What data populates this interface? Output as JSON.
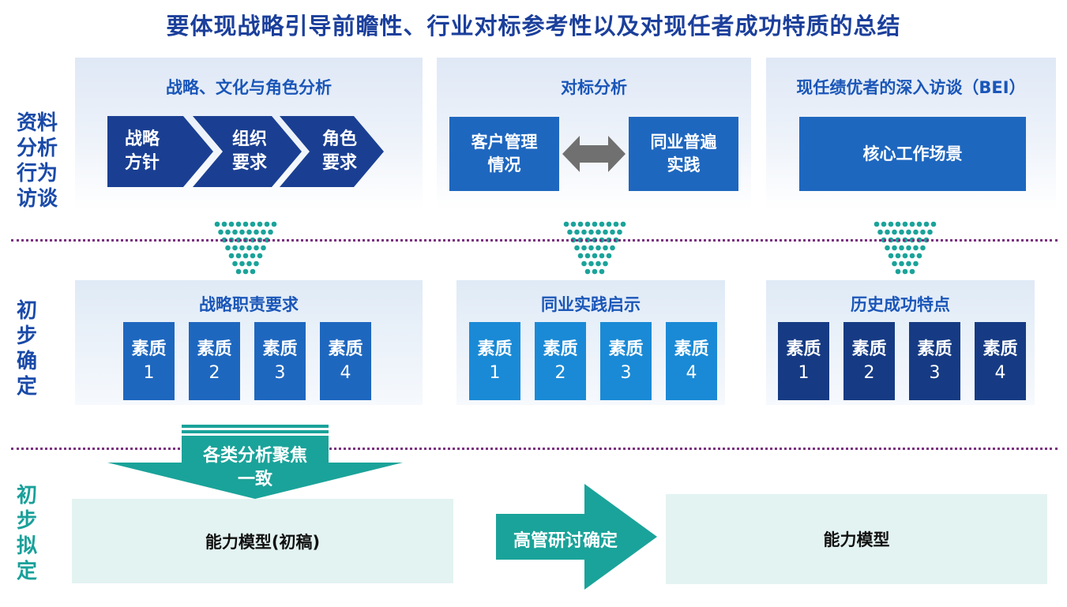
{
  "title": "要体现战略引导前瞻性、行业对标参考性以及对现任者成功特质的总结",
  "rows": {
    "row1": [
      "资料",
      "分析",
      "行为",
      "访谈"
    ],
    "row2": [
      "初",
      "步",
      "确",
      "定"
    ],
    "row3": [
      "初",
      "步",
      "拟",
      "定"
    ]
  },
  "sections": {
    "strategy": {
      "title": "战略、文化与角色分析",
      "steps": [
        {
          "line1": "战略",
          "line2": "方针"
        },
        {
          "line1": "组织",
          "line2": "要求"
        },
        {
          "line1": "角色",
          "line2": "要求"
        }
      ]
    },
    "benchmark": {
      "title": "对标分析",
      "left": {
        "line1": "客户管理",
        "line2": "情况"
      },
      "right": {
        "line1": "同业普遍",
        "line2": "实践"
      }
    },
    "bei": {
      "title": "现任绩优者的深入访谈（BEI）",
      "box": "核心工作场景"
    }
  },
  "groups": [
    {
      "title": "战略职责要求",
      "items": [
        {
          "a": "素质",
          "b": "1"
        },
        {
          "a": "素质",
          "b": "2"
        },
        {
          "a": "素质",
          "b": "3"
        },
        {
          "a": "素质",
          "b": "4"
        }
      ]
    },
    {
      "title": "同业实践启示",
      "items": [
        {
          "a": "素质",
          "b": "1"
        },
        {
          "a": "素质",
          "b": "2"
        },
        {
          "a": "素质",
          "b": "3"
        },
        {
          "a": "素质",
          "b": "4"
        }
      ]
    },
    {
      "title": "历史成功特点",
      "items": [
        {
          "a": "素质",
          "b": "1"
        },
        {
          "a": "素质",
          "b": "2"
        },
        {
          "a": "素质",
          "b": "3"
        },
        {
          "a": "素质",
          "b": "4"
        }
      ]
    }
  ],
  "focus_arrow": {
    "line1": "各类分析聚焦",
    "line2": "一致"
  },
  "draft_model": "能力模型(初稿)",
  "review_arrow": "高管研讨确定",
  "final_model": "能力模型",
  "colors": {
    "title": "#1b3f9b",
    "teal": "#19a09a",
    "dots": "#1aa39a",
    "divider": "#7a2f7f"
  }
}
